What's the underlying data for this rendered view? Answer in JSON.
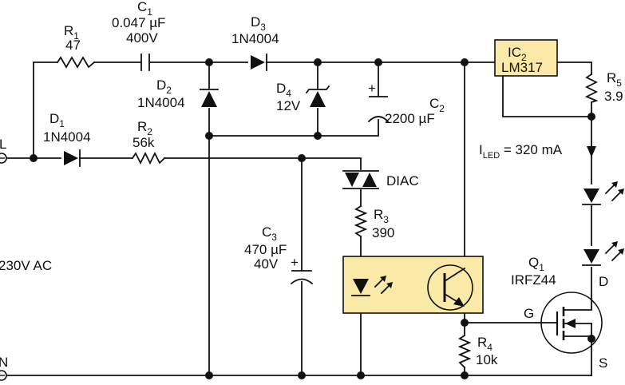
{
  "colors": {
    "ic_fill": "#fbe9a7",
    "wire": "#111111",
    "background": "#ffffff"
  },
  "icons": [
    "diode-symbol",
    "zener-symbol",
    "capacitor-symbol",
    "resistor-symbol",
    "led-symbol",
    "diac-symbol",
    "mosfet-symbol",
    "phototransistor-symbol",
    "terminal-symbol"
  ],
  "components": {
    "r1": {
      "ref": "R",
      "sub": "1",
      "value": "47"
    },
    "c1": {
      "ref": "C",
      "sub": "1",
      "value1": "0.047 µF",
      "value2": "400V"
    },
    "d3": {
      "ref": "D",
      "sub": "3",
      "value": "1N4004"
    },
    "d2": {
      "ref": "D",
      "sub": "2",
      "value": "1N4004"
    },
    "d4": {
      "ref": "D",
      "sub": "4",
      "value": "12V"
    },
    "c2": {
      "ref": "C",
      "sub": "2",
      "value": "2200 µF",
      "plus": "+"
    },
    "ic2": {
      "ref": "IC",
      "sub": "2",
      "value": "LM317"
    },
    "r5": {
      "ref": "R",
      "sub": "5",
      "value": "3.9"
    },
    "d1": {
      "ref": "D",
      "sub": "1",
      "value": "1N4004"
    },
    "r2": {
      "ref": "R",
      "sub": "2",
      "value": "56k"
    },
    "iled": {
      "ref": "I",
      "sub": "LED",
      "value": " = 320 mA"
    },
    "diac": {
      "label": "DIAC"
    },
    "r3": {
      "ref": "R",
      "sub": "3",
      "value": "390"
    },
    "c3": {
      "ref": "C",
      "sub": "3",
      "value1": "470 µF",
      "value2": "40V",
      "plus": "+"
    },
    "q1": {
      "ref": "Q",
      "sub": "1",
      "value": "IRFZ44",
      "d": "D",
      "g": "G",
      "s": "S"
    },
    "r4": {
      "ref": "R",
      "sub": "4",
      "value": "10k"
    }
  },
  "supply": {
    "label": "230V AC",
    "line": "L",
    "neutral": "N"
  }
}
